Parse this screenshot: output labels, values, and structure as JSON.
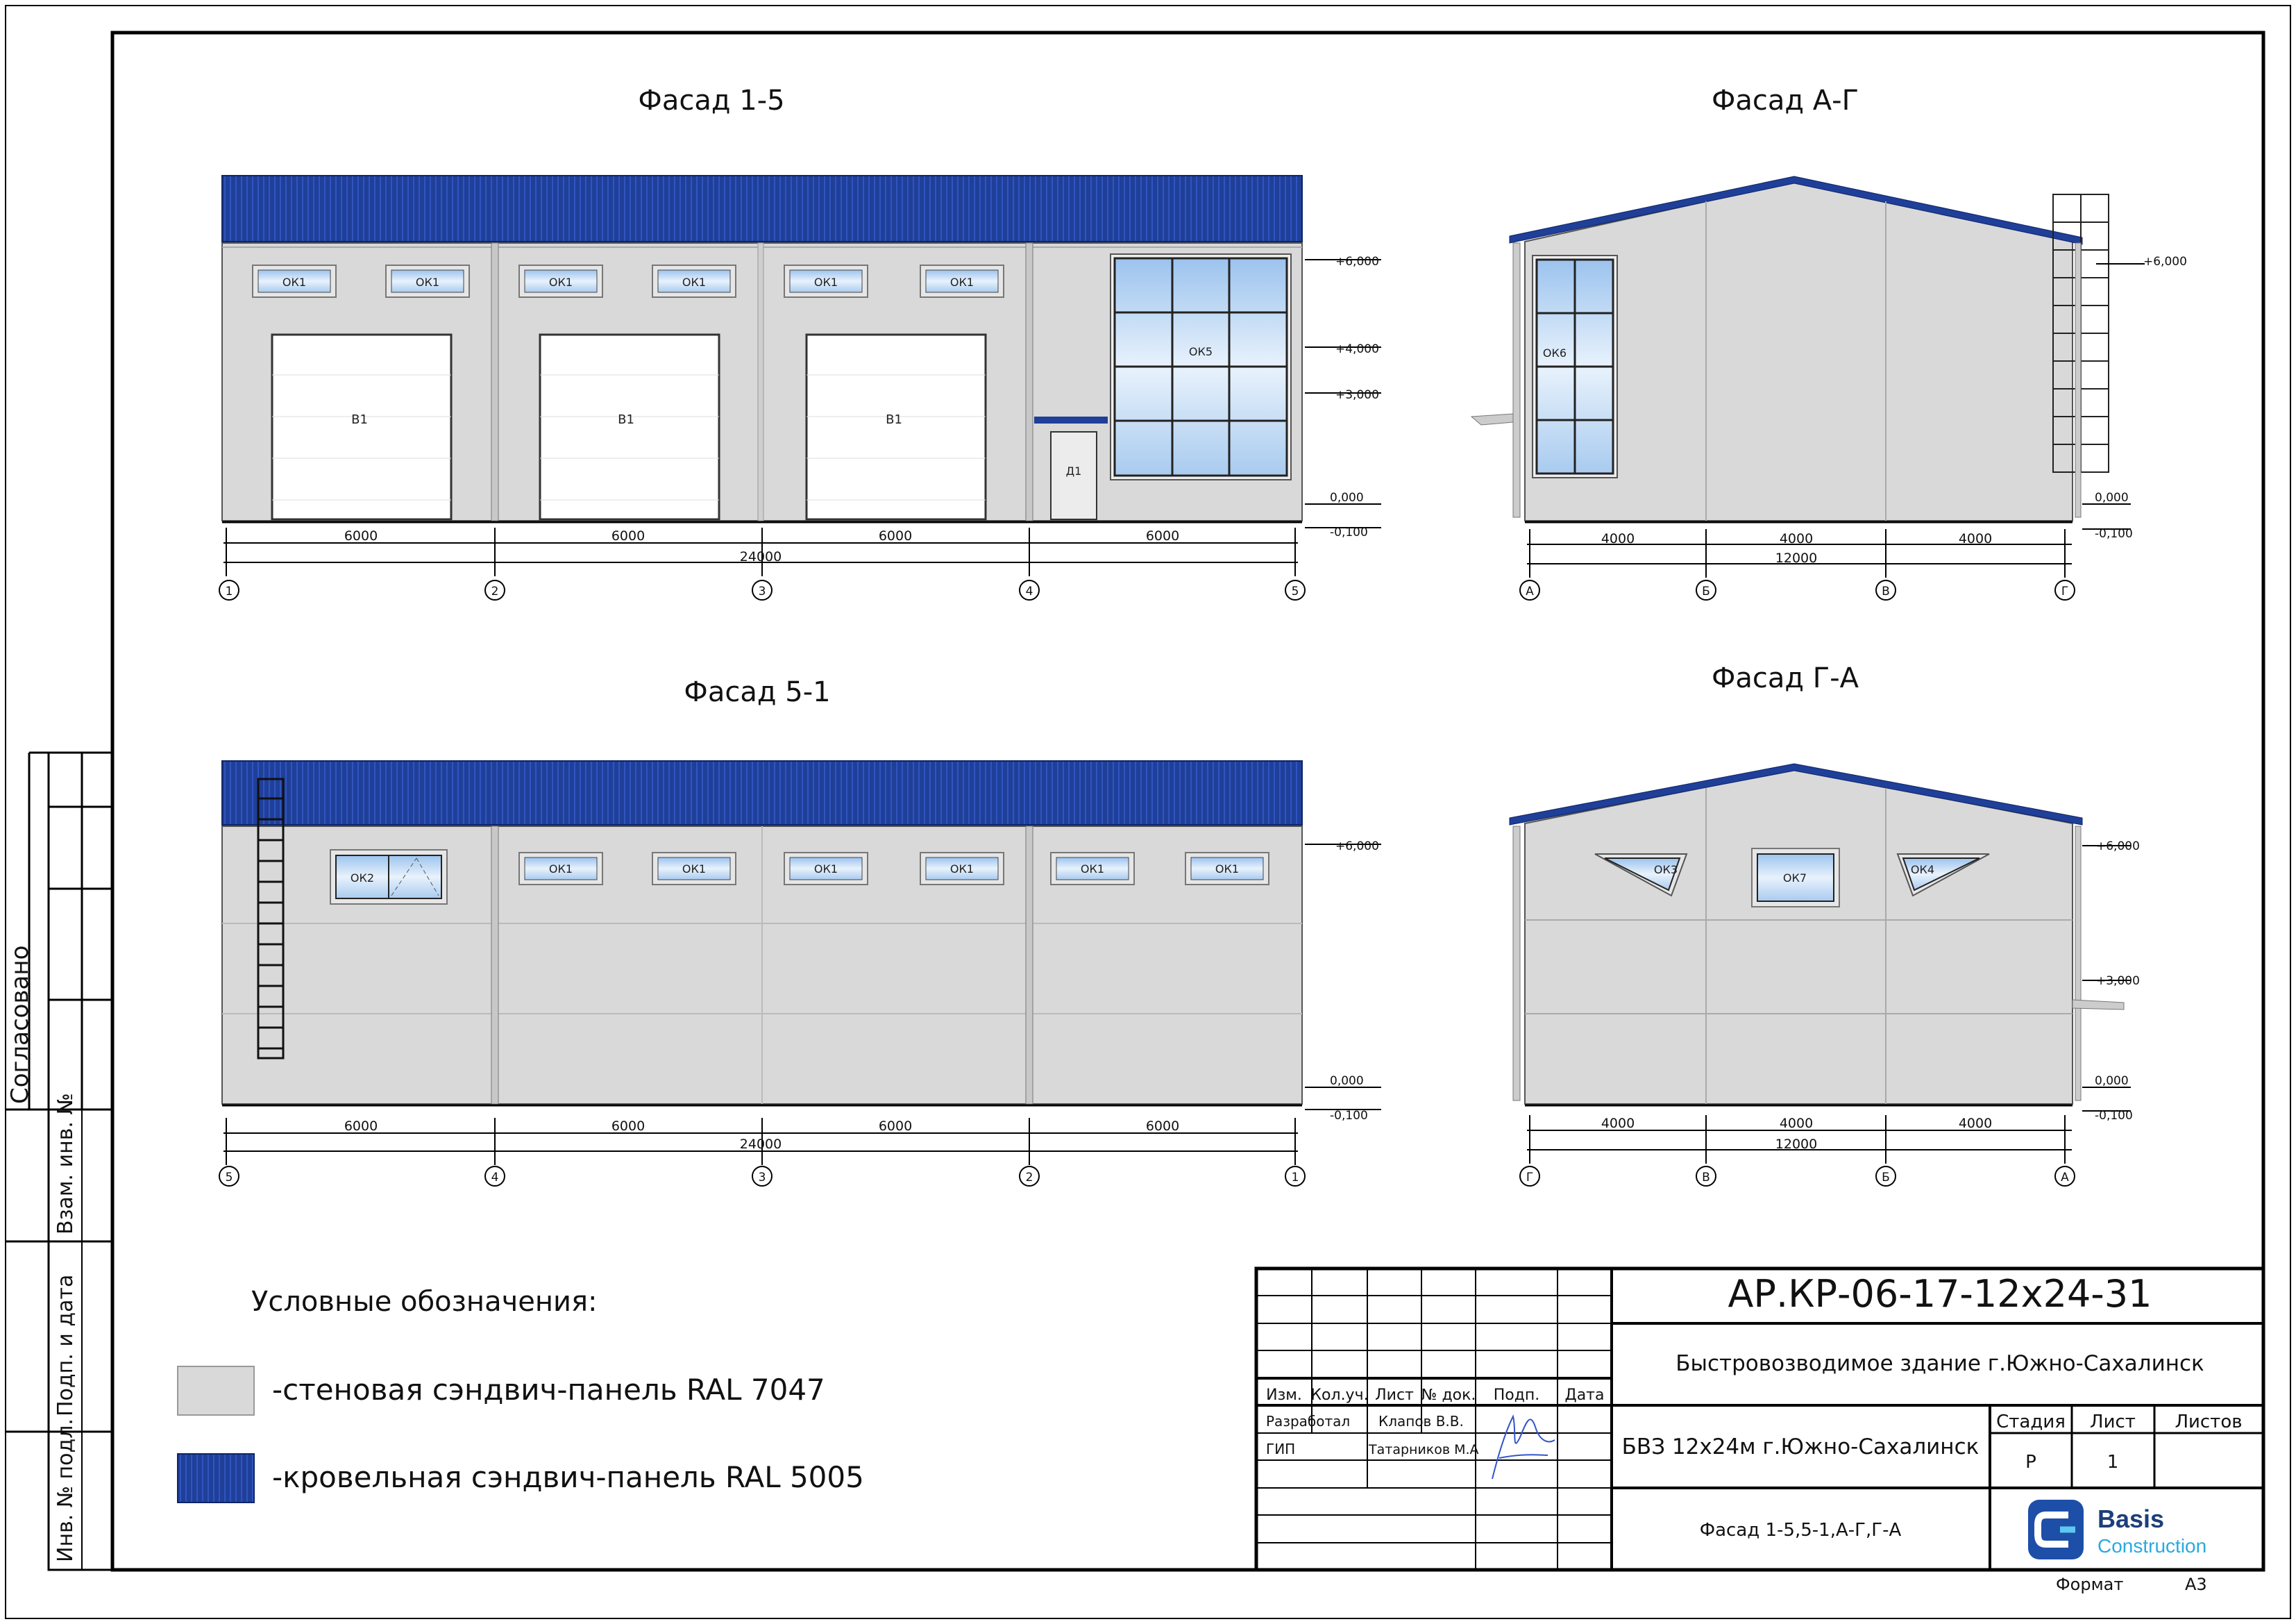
{
  "titles": {
    "facade_1_5": "Фасад 1-5",
    "facade_a_g": "Фасад А-Г",
    "facade_5_1": "Фасад 5-1",
    "facade_g_a": "Фасад Г-А"
  },
  "facade_1_5": {
    "windows": [
      "ОК1",
      "ОК1",
      "ОК1",
      "ОК1",
      "ОК1",
      "ОК1"
    ],
    "gates": [
      "В1",
      "В1",
      "В1"
    ],
    "door": "Д1",
    "big_window": "ОК5",
    "levels": [
      "+6,000",
      "+4,000",
      "+3,000",
      "0,000",
      "-0,100"
    ],
    "dims": [
      "6000",
      "6000",
      "6000",
      "6000"
    ],
    "total": "24000",
    "axes": [
      "1",
      "2",
      "3",
      "4",
      "5"
    ]
  },
  "facade_a_g": {
    "window": "ОК6",
    "levels": [
      "+6,000",
      "0,000",
      "-0,100"
    ],
    "dims": [
      "4000",
      "4000",
      "4000"
    ],
    "total": "12000",
    "axes": [
      "А",
      "Б",
      "В",
      "Г"
    ]
  },
  "facade_5_1": {
    "window_ok2": "ОК2",
    "windows": [
      "ОК1",
      "ОК1",
      "ОК1",
      "ОК1",
      "ОК1",
      "ОК1"
    ],
    "levels": [
      "+6,000",
      "0,000",
      "-0,100"
    ],
    "dims": [
      "6000",
      "6000",
      "6000",
      "6000"
    ],
    "total": "24000",
    "axes": [
      "5",
      "4",
      "3",
      "2",
      "1"
    ]
  },
  "facade_g_a": {
    "windows": [
      "ОК3",
      "ОК7",
      "ОК4"
    ],
    "levels": [
      "+6,000",
      "+3,000",
      "0,000",
      "-0,100"
    ],
    "dims": [
      "4000",
      "4000",
      "4000"
    ],
    "total": "12000",
    "axes": [
      "Г",
      "В",
      "Б",
      "А"
    ]
  },
  "legend": {
    "title": "Условные обозначения:",
    "wall": "-стеновая сэндвич-панель RAL 7047",
    "roof": "-кровельная сэндвич-панель RAL 5005"
  },
  "side_stamp": {
    "agreed": "Согласовано",
    "inv_replace": "Взам. инв. №",
    "sign_date": "Подп. и дата",
    "inv_orig": "Инв. № подл."
  },
  "title_block": {
    "code": "АР.КР-06-17-12х24-31",
    "project": "Быстровозводимое здание г.Южно-Сахалинск",
    "building": "БВЗ 12х24м г.Южно-Сахалинск",
    "sheet_title": "Фасад 1-5,5-1,А-Г,Г-А",
    "headers": [
      "Изм.",
      "Кол.уч.",
      "Лист",
      "№ док.",
      "Подп.",
      "Дата"
    ],
    "roles": [
      {
        "role": "Разработал",
        "name": "Клапов В.В."
      },
      {
        "role": "ГИП",
        "name": "Татарников М.А"
      }
    ],
    "stage_label": "Стадия",
    "sheet_label": "Лист",
    "sheets_label": "Листов",
    "stage": "Р",
    "sheet": "1",
    "format_label": "Формат",
    "format": "А3",
    "logo_line1": "Basis",
    "logo_line2": "Construction"
  },
  "colors": {
    "wall": "#d9d9d9",
    "roof": "#1f3f99",
    "glass": "#bcd6f3",
    "frame": "#000000"
  }
}
